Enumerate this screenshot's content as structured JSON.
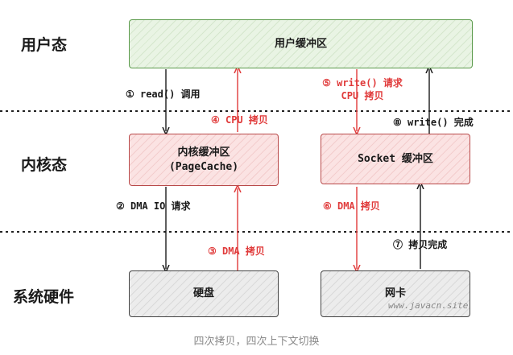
{
  "lanes": {
    "user": "用户态",
    "kernel": "内核态",
    "hardware": "系统硬件"
  },
  "boxes": {
    "user_buffer": "用户缓冲区",
    "page_cache": "内核缓冲区\n(PageCache)",
    "socket_buffer": "Socket 缓冲区",
    "disk": "硬盘",
    "nic": "网卡"
  },
  "steps": {
    "s1": "① read() 调用",
    "s2": "② DMA IO 请求",
    "s3": "③ DMA 拷贝",
    "s4": "④ CPU 拷贝",
    "s5": "⑤ write() 请求\nCPU 拷贝",
    "s6": "⑥ DMA 拷贝",
    "s7": "⑦ 拷贝完成",
    "s8": "⑧ write() 完成"
  },
  "watermark": "www.javacn.site",
  "caption": "四次拷贝，四次上下文切换",
  "colors": {
    "red_arrow": "#e03a3a",
    "black_arrow": "#1a1a1a",
    "user_fill": "#e9f4e4",
    "user_border": "#5a9a4a",
    "kernel_fill": "#fbe3e3",
    "kernel_border": "#b94a4a",
    "hw_fill": "#ececec"
  }
}
